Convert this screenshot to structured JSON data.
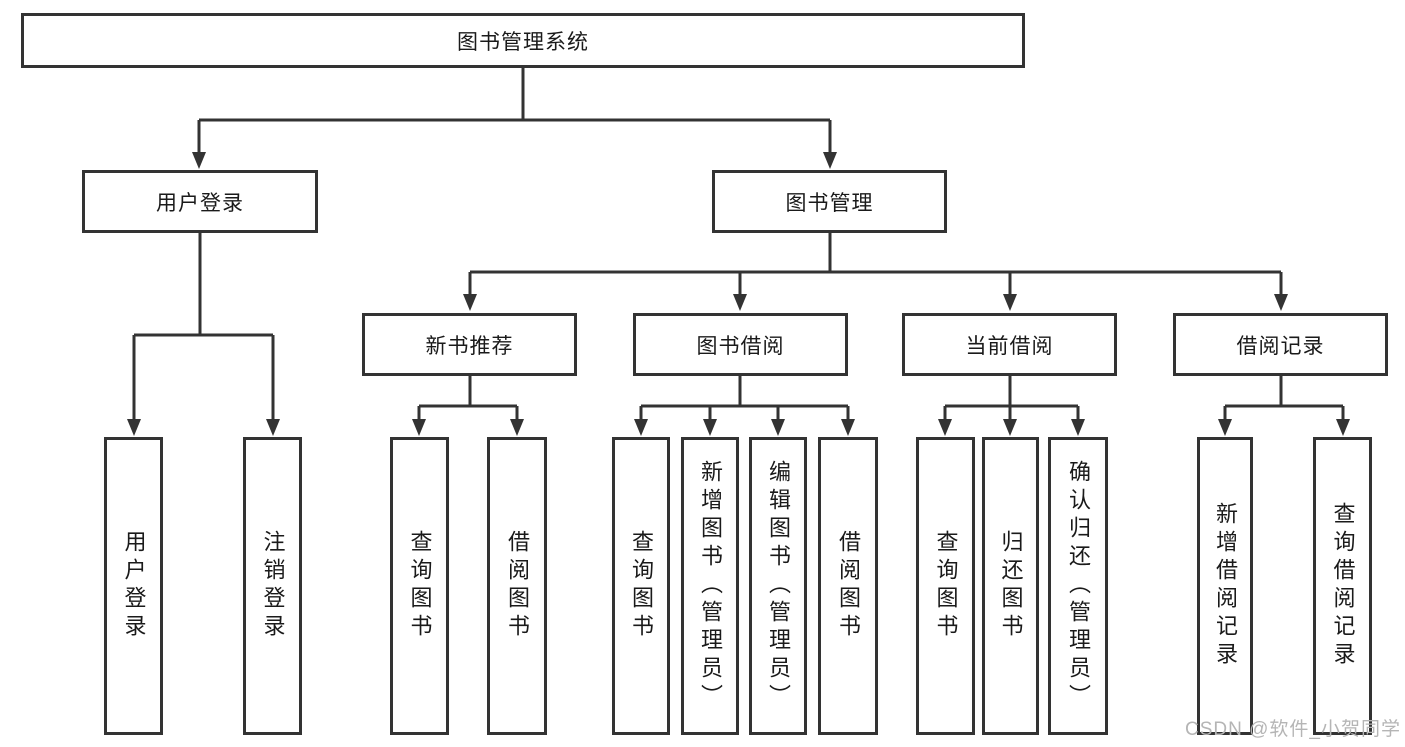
{
  "diagram": {
    "type": "tree",
    "root": {
      "label": "图书管理系统",
      "children": [
        {
          "label": "用户登录",
          "children": [
            {
              "label": "用户登录"
            },
            {
              "label": "注销登录"
            }
          ]
        },
        {
          "label": "图书管理",
          "children": [
            {
              "label": "新书推荐",
              "children": [
                {
                  "label": "查询图书"
                },
                {
                  "label": "借阅图书"
                }
              ]
            },
            {
              "label": "图书借阅",
              "children": [
                {
                  "label": "查询图书"
                },
                {
                  "label": "新增图书（管理员）"
                },
                {
                  "label": "编辑图书（管理员）"
                },
                {
                  "label": "借阅图书"
                }
              ]
            },
            {
              "label": "当前借阅",
              "children": [
                {
                  "label": "查询图书"
                },
                {
                  "label": "归还图书"
                },
                {
                  "label": "确认归还（管理员）"
                }
              ]
            },
            {
              "label": "借阅记录",
              "children": [
                {
                  "label": "新增借阅记录"
                },
                {
                  "label": "查询借阅记录"
                }
              ]
            }
          ]
        }
      ]
    }
  },
  "watermark": {
    "text": "CSDN @软件_小贺同学",
    "color": "#b5b5b5"
  },
  "colors": {
    "line": "#333333",
    "box_border": "#333333",
    "text": "#1a1a1a",
    "background": "#ffffff"
  }
}
